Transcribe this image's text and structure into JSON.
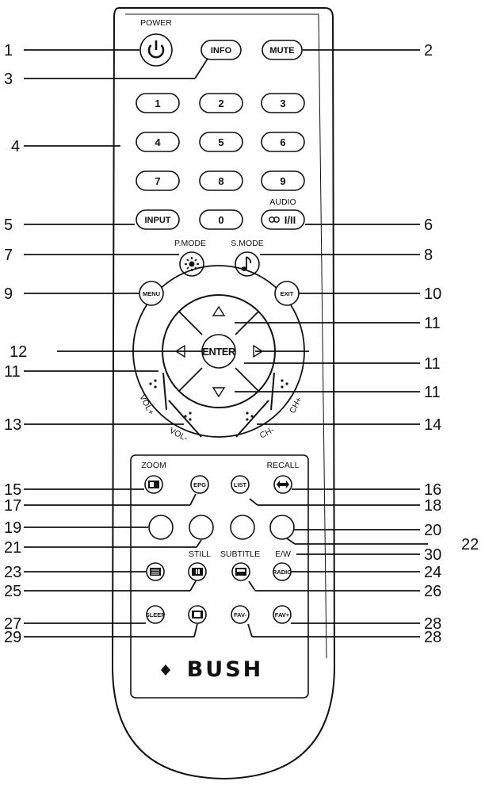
{
  "brand": "BUSH",
  "top": {
    "power_caption": "POWER",
    "info": "INFO",
    "mute": "MUTE"
  },
  "digits": [
    "1",
    "2",
    "3",
    "4",
    "5",
    "6",
    "7",
    "8",
    "9",
    "0"
  ],
  "row5": {
    "input": "INPUT",
    "audio_caption": "AUDIO",
    "audio": "I/II"
  },
  "modes": {
    "pmode_caption": "P.MODE",
    "smode_caption": "S.MODE"
  },
  "nav": {
    "menu": "MENU",
    "exit": "EXIT",
    "enter": "ENTER",
    "vol_plus": "VOL+",
    "vol_minus": "VOL-",
    "ch_plus": "CH+",
    "ch_minus": "CH-"
  },
  "lower": {
    "zoom_caption": "ZOOM",
    "recall_caption": "RECALL",
    "epg": "EPG",
    "list": "LIST",
    "still_caption": "STILL",
    "subtitle_caption": "SUBTITLE",
    "ew_caption": "E/W",
    "radio": "RADIO",
    "sleep": "SLEEP",
    "fav_minus": "FAV-",
    "fav_plus": "FAV+"
  },
  "callouts_left": [
    "1",
    "3",
    "4",
    "5",
    "7",
    "9",
    "12",
    "11",
    "13",
    "15",
    "17",
    "19",
    "21",
    "23",
    "25",
    "27",
    "29"
  ],
  "callouts_right": [
    "2",
    "6",
    "8",
    "10",
    "11",
    "11",
    "11",
    "14",
    "16",
    "18",
    "20",
    "22",
    "30",
    "24",
    "26",
    "28",
    "28"
  ],
  "colors": {
    "outline": "#111111",
    "body": "#ffffff",
    "logo": "#111111"
  }
}
